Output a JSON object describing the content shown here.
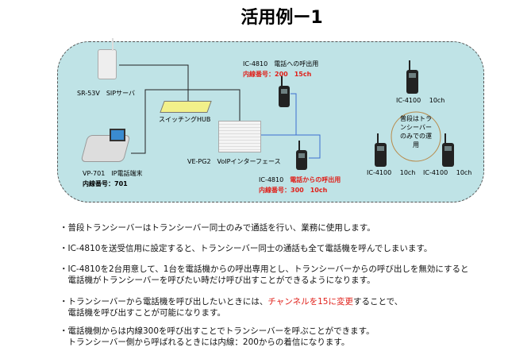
{
  "title": "活用例ー1",
  "diagram": {
    "server_label": "SR-53V　SIPサーバ",
    "hub_label": "スイッチングHUB",
    "phone_label": "VP-701　IP電話端末",
    "phone_ext": "内線番号：701",
    "gateway_label": "VE-PG2　VoIPインターフェース",
    "radio_call_to_phone": {
      "label": "IC-4810　電話への呼出用",
      "ext": "内線番号：200　15ch"
    },
    "radio_call_from_phone": {
      "model": "IC-4810",
      "purpose": "電話からの呼出用",
      "ext": "内線番号：300　10ch"
    },
    "transceivers": [
      "IC-4100　 10ch",
      "IC-4100　 10ch",
      "IC-4100　 10ch"
    ],
    "circle_note": "普段はトランシーバーのみでの運用"
  },
  "notes": [
    {
      "lines": [
        "・普段トランシーバーはトランシーバー同士のみで通話を行い、業務に使用します。"
      ]
    },
    {
      "lines": [
        "・IC-4810を送受信用に設定すると、トランシーバー同士の通話も全て電話機を呼んでしまいます。"
      ]
    },
    {
      "lines": [
        "・IC-4810を2台用意して、1台を電話機からの呼出専用とし、トランシーバーからの呼び出しを無効にすると",
        "　電話機がトランシーバーを呼びたい時だけ呼び出すことができるようになります。"
      ]
    },
    {
      "pre": "・トランシーバーから電話機を呼び出したいときには、",
      "highlight": "チャンネルを15に変更",
      "post": "することで、",
      "line2": "　電話機を呼び出すことが可能になります。"
    },
    {
      "lines": [
        "・電話機側からは内線300を呼び出すことでトランシーバーを呼ぶことができます。",
        "　トランシーバー側から呼ばれるときには内線：200からの着信になります。"
      ]
    }
  ],
  "colors": {
    "panel": "#bfe3e6",
    "red": "#e0201a",
    "hub": "#f2f08a",
    "blue_line": "#3b6fd0"
  }
}
